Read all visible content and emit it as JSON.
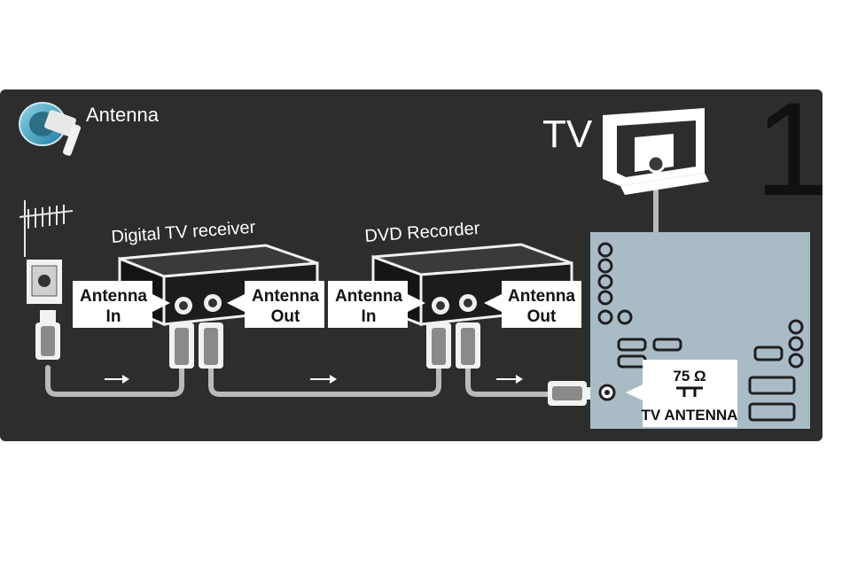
{
  "header": {
    "title": "Antenna",
    "step_number": "1"
  },
  "tv": {
    "label": "TV",
    "socket_label_impedance": "75 Ω",
    "socket_label_name": "TV ANTENNA"
  },
  "devices": [
    {
      "name": "Digital TV receiver",
      "in_line1": "Antenna",
      "in_line2": "In",
      "out_line1": "Antenna",
      "out_line2": "Out"
    },
    {
      "name": "DVD Recorder",
      "in_line1": "Antenna",
      "in_line2": "In",
      "out_line1": "Antenna",
      "out_line2": "Out"
    }
  ],
  "colors": {
    "panel": "#2d2d2d",
    "device": "#1c1c1c",
    "cable": "#b9b9b9",
    "tv_back": "#a9bcc6",
    "icon_accent": "#3aa7c9"
  },
  "icons": [
    "antenna-plug-icon",
    "tv-antenna-aerial-icon",
    "wall-socket-icon",
    "tv-icon"
  ]
}
